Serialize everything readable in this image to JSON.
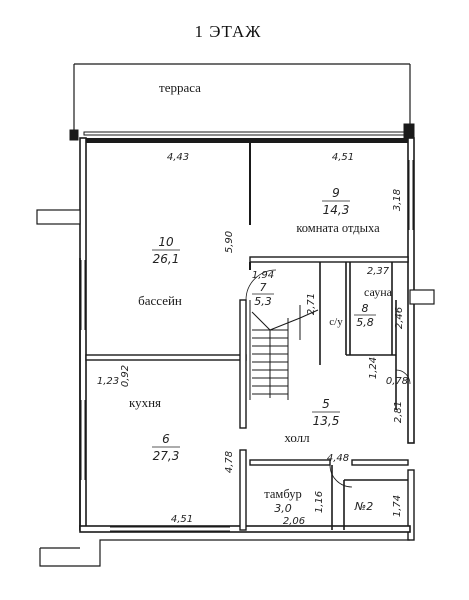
{
  "title": "1 ЭТАЖ",
  "rooms": {
    "terrace": {
      "name": "терраса"
    },
    "rest": {
      "number": "9",
      "area": "14,3",
      "name": "комната отдыха"
    },
    "pool": {
      "number": "10",
      "area": "26,1",
      "name": "бассейн"
    },
    "stair": {
      "number": "7",
      "area": "5,3"
    },
    "sauna": {
      "number": "8",
      "area": "5,8",
      "name": "сауна"
    },
    "wc": {
      "name": "с/у"
    },
    "kitchen": {
      "number": "6",
      "area": "27,3",
      "name": "кухня"
    },
    "hall": {
      "number": "5",
      "area": "13,5",
      "name": "холл"
    },
    "vestibule": {
      "number": "",
      "area": "3,0",
      "name": "тамбур"
    },
    "small": {
      "number": "№2"
    }
  },
  "dimensions": {
    "d_443": "4,43",
    "d_451_top": "4,51",
    "d_318": "3,18",
    "d_590": "5,90",
    "d_194": "1,94",
    "d_237": "2,37",
    "d_271": "2,71",
    "d_246": "2,46",
    "d_123": "1,23",
    "d_092": "0,92",
    "d_124": "1,24",
    "d_078": "0,78",
    "d_281": "2,81",
    "d_478": "4,78",
    "d_448": "4,48",
    "d_451_bottom": "4,51",
    "d_206": "2,06",
    "d_116": "1,16",
    "d_174": "1,74"
  }
}
